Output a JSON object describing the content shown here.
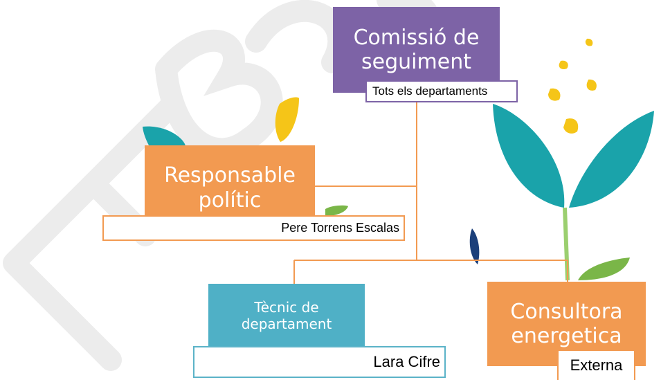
{
  "colors": {
    "purple": "#7d63a6",
    "orange": "#f29a51",
    "teal": "#4fb0c6",
    "connector": "#f29a51",
    "leaf_teal": "#1aa3aa",
    "leaf_yellow": "#f5c518",
    "leaf_green": "#7ab648",
    "leaf_navy": "#1b3f7a",
    "watermark": "#ececec"
  },
  "nodes": {
    "comissio": {
      "title_line1": "Comissió de",
      "title_line2": "seguiment",
      "subtitle": "Tots els departaments"
    },
    "responsable": {
      "title_line1": "Responsable",
      "title_line2": "polític",
      "subtitle": "Pere Torrens Escalas"
    },
    "tecnic": {
      "title_line1": "Tècnic de",
      "title_line2": "departament",
      "subtitle": "Lara Cifre"
    },
    "consultora": {
      "title_line1": "Consultora",
      "title_line2": "energetica",
      "subtitle": "Externa"
    }
  }
}
